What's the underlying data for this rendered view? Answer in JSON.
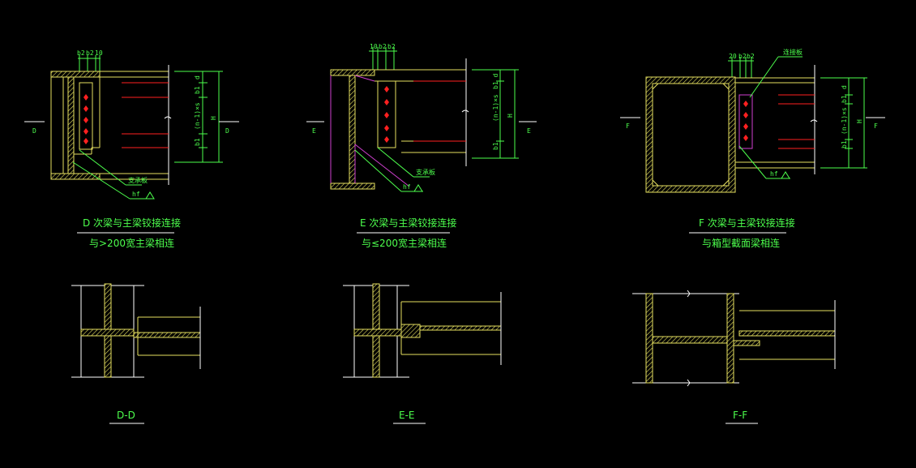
{
  "colors": {
    "background": "#000000",
    "steel": "#e6e060",
    "white": "#ffffff",
    "green": "#4dff4d",
    "red": "#ff2020",
    "magenta": "#d040d0"
  },
  "details": {
    "d": {
      "title": "D  次梁与主梁铰接连接",
      "subtitle": "与>200宽主梁相连",
      "section_label": "D",
      "top_dims": [
        "b2",
        "b2",
        "10"
      ],
      "side_dims": [
        "d",
        "b1",
        "(n-1)×s",
        "b1"
      ],
      "height_label": "H",
      "callout": "支承板",
      "weld": "hf"
    },
    "e": {
      "title": "E  次梁与主梁铰接连接",
      "subtitle": "与≤200宽主梁相连",
      "section_label": "E",
      "top_dims": [
        "10",
        "b2",
        "b2"
      ],
      "side_dims": [
        "b1 d",
        "(n-1)×s",
        "b1"
      ],
      "height_label": "H",
      "callout": "支承板",
      "weld": "hf"
    },
    "f": {
      "title": "F  次梁与主梁铰接连接",
      "subtitle": "与箱型截面梁相连",
      "section_label": "F",
      "top_dims": [
        "20",
        "b2",
        "b2"
      ],
      "side_dims": [
        "d",
        "b1",
        "(n-1)×s",
        "b1"
      ],
      "height_label": "H",
      "callout": "连接板",
      "weld": "hf"
    }
  },
  "sections": {
    "dd": "D-D",
    "ee": "E-E",
    "ff": "F-F"
  }
}
